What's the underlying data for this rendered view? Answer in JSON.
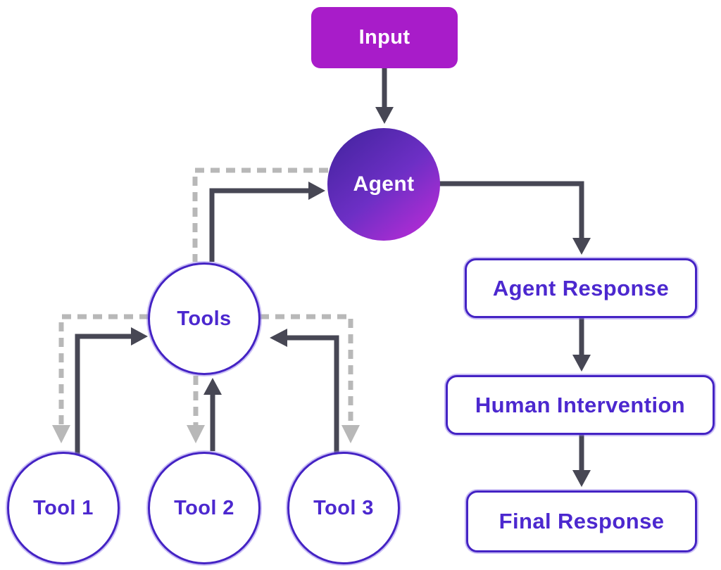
{
  "nodes": {
    "input": {
      "label": "Input",
      "shape": "rounded-rect",
      "fill": "#a81cc9",
      "text_color": "#ffffff"
    },
    "agent": {
      "label": "Agent",
      "shape": "circle",
      "fill_gradient": [
        "#40239c",
        "#c32bd8"
      ],
      "text_color": "#ffffff"
    },
    "tools": {
      "label": "Tools",
      "shape": "circle",
      "fill": "#ffffff",
      "text_color": "#4c28cf"
    },
    "tool1": {
      "label": "Tool 1",
      "shape": "circle",
      "fill": "#ffffff",
      "text_color": "#4c28cf"
    },
    "tool2": {
      "label": "Tool 2",
      "shape": "circle",
      "fill": "#ffffff",
      "text_color": "#4c28cf"
    },
    "tool3": {
      "label": "Tool 3",
      "shape": "circle",
      "fill": "#ffffff",
      "text_color": "#4c28cf"
    },
    "agent_response": {
      "label": "Agent Response",
      "shape": "rounded-rect",
      "fill": "#ffffff",
      "text_color": "#4c28cf"
    },
    "human_intervention": {
      "label": "Human Intervention",
      "shape": "rounded-rect",
      "fill": "#ffffff",
      "text_color": "#4c28cf"
    },
    "final_response": {
      "label": "Final Response",
      "shape": "rounded-rect",
      "fill": "#ffffff",
      "text_color": "#4c28cf"
    }
  },
  "edges": [
    {
      "from": "Input",
      "to": "Agent",
      "style": "solid",
      "arrowhead": "to"
    },
    {
      "from": "Agent",
      "to": "Agent Response",
      "style": "solid",
      "arrowhead": "to"
    },
    {
      "from": "Agent Response",
      "to": "Human Intervention",
      "style": "solid",
      "arrowhead": "to"
    },
    {
      "from": "Human Intervention",
      "to": "Final Response",
      "style": "solid",
      "arrowhead": "to"
    },
    {
      "from": "Tools",
      "to": "Agent",
      "style": "solid",
      "arrowhead": "to"
    },
    {
      "from": "Agent",
      "to": "Tools",
      "style": "dashed",
      "arrowhead": "none"
    },
    {
      "from": "Tool 1",
      "to": "Tools",
      "style": "solid",
      "arrowhead": "to"
    },
    {
      "from": "Tools",
      "to": "Tool 1",
      "style": "dashed",
      "arrowhead": "to"
    },
    {
      "from": "Tool 2",
      "to": "Tools",
      "style": "solid",
      "arrowhead": "to"
    },
    {
      "from": "Tools",
      "to": "Tool 2",
      "style": "dashed",
      "arrowhead": "to"
    },
    {
      "from": "Tool 3",
      "to": "Tools",
      "style": "solid",
      "arrowhead": "to"
    },
    {
      "from": "Tools",
      "to": "Tool 3",
      "style": "dashed",
      "arrowhead": "to"
    }
  ],
  "colors": {
    "background": "#ffffff",
    "solid_arrow": "#474754",
    "dashed_arrow": "#b8b8b8",
    "node_border": "#4423c4",
    "node_text": "#4c28cf",
    "input_fill": "#a81cc9",
    "agent_gradient_start": "#40239c",
    "agent_gradient_end": "#c32bd8"
  }
}
